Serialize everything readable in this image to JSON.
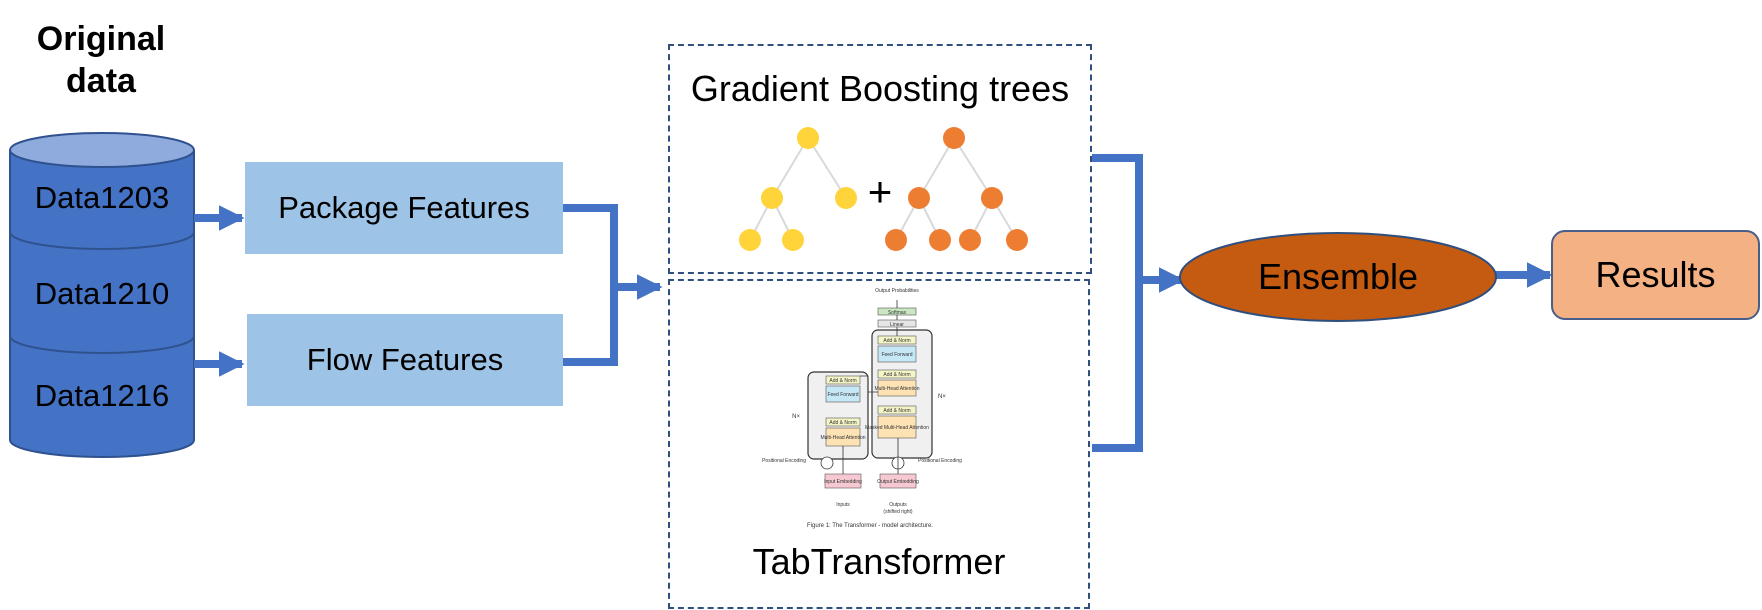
{
  "source": {
    "title": "Original data",
    "datasets": [
      "Data1203",
      "Data1210",
      "Data1216"
    ]
  },
  "features": {
    "package": "Package Features",
    "flow": "Flow Features"
  },
  "models": {
    "gbt": {
      "title": "Gradient Boosting trees",
      "operator": "+"
    },
    "tab": {
      "title": "TabTransformer",
      "figure_caption": "Figure 1: The Transformer - model architecture.",
      "labels": {
        "output_probabilities": "Output Probabilities",
        "softmax": "Softmax",
        "linear": "Linear",
        "add_norm": "Add & Norm",
        "feed_forward": "Feed Forward",
        "multi_head_attention": "Multi-Head Attention",
        "masked_multi_head_attention": "Masked Multi-Head Attention",
        "nx": "N×",
        "positional_encoding": "Positional Encoding",
        "input_embedding": "Input Embedding",
        "output_embedding": "Output Embedding",
        "inputs": "Inputs",
        "outputs": "Outputs",
        "shifted_right": "(shifted right)"
      }
    }
  },
  "ensemble": {
    "label": "Ensemble"
  },
  "results": {
    "label": "Results"
  },
  "colors": {
    "cylinder": "#4472c4",
    "cylinder_top": "#8faadc",
    "feature_box": "#9dc3e6",
    "arrow": "#4472c4",
    "ensemble": "#c55a11",
    "results": "#f4b183",
    "tree_yellow": "#ffd33a",
    "tree_orange": "#ed7d31"
  }
}
